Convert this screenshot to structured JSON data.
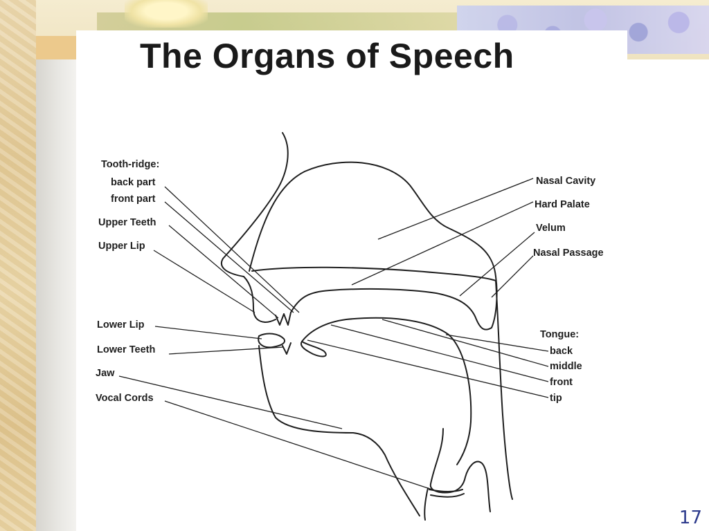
{
  "slide": {
    "title": "The Organs of Speech",
    "page_number": "17"
  },
  "labels": {
    "tooth_ridge": "Tooth-ridge:",
    "back_part": "back part",
    "front_part": "front part",
    "upper_teeth": "Upper Teeth",
    "upper_lip": "Upper Lip",
    "lower_lip": "Lower Lip",
    "lower_teeth": "Lower Teeth",
    "jaw": "Jaw",
    "vocal_cords": "Vocal Cords",
    "nasal_cavity": "Nasal Cavity",
    "hard_palate": "Hard Palate",
    "velum": "Velum",
    "nasal_passage": "Nasal Passage",
    "tongue": "Tongue:",
    "tongue_back": "back",
    "tongue_middle": "middle",
    "tongue_front": "front",
    "tongue_tip": "tip"
  },
  "colors": {
    "ink": "#1e1e1e",
    "page_number": "#2c3a8c",
    "parchment": "#e2c996"
  }
}
